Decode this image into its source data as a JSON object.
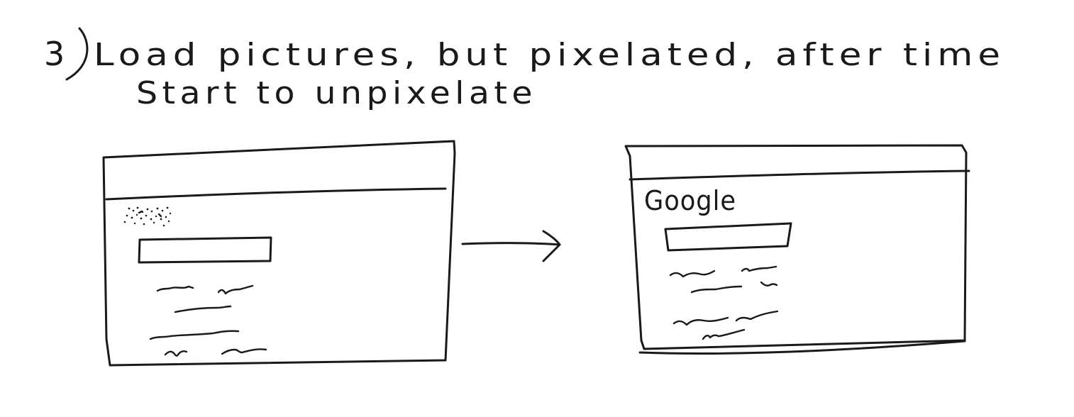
{
  "heading": {
    "number": "3",
    "line1": "Load pictures, but pixelated, after time",
    "line2": "Start to unpixelate"
  },
  "after_frame": {
    "logo_text": "Google"
  }
}
